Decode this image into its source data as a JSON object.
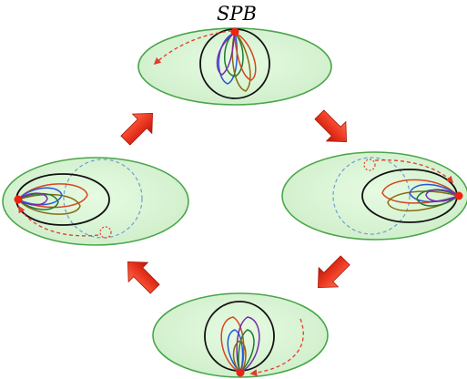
{
  "label": {
    "spb": "SPB"
  },
  "colors": {
    "cell_fill": "#d6f5d0",
    "cell_stroke": "#4aa64a",
    "nucleus_stroke": "#111111",
    "spb_dot": "#ee2211",
    "motion_path": "#e33a2a",
    "ghost_nucleus": "#6f9fcc",
    "arrow": "#e8341e",
    "chromosome_loops": [
      "#d8441f",
      "#8a6a14",
      "#1f7a2e",
      "#2a56d6",
      "#7a2aa8"
    ]
  },
  "icons": {
    "arrow": "red-block-arrow",
    "spb": "red-dot"
  }
}
